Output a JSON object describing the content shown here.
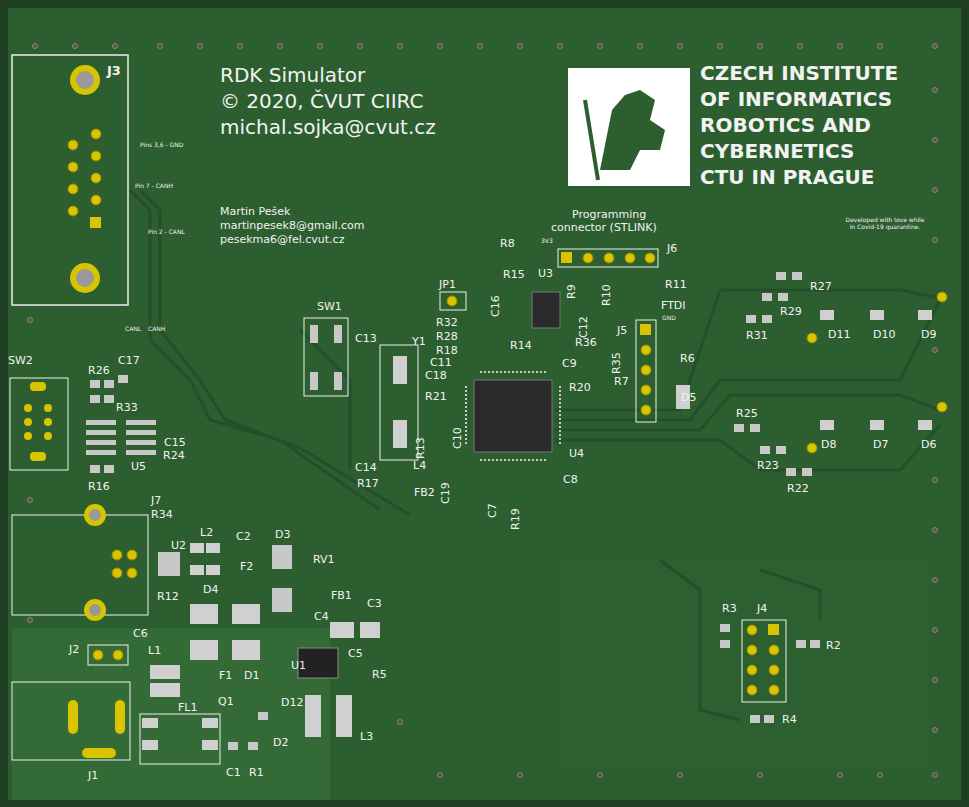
{
  "diagram": {
    "labels": [
      "J3",
      "RDK Simulator",
      "© 2020, ČVUT CIIRC",
      "michal.sojka@cvut.cz",
      "CZECH INSTITUTE",
      "OF INFORMATICS",
      "ROBOTICS AND",
      "CYBERNETICS",
      "CTU IN PRAGUE",
      "Pins 3,6 - GND",
      "Pin 7 - CANH",
      "Pin 2 - CANL",
      "Martin Pešek",
      "martinpesek8@gmail.com",
      "pesekma6@fel.cvut.cz",
      "Programming",
      "connector (STLINK)",
      "Developed with love while in Covid-19 quarantine.",
      "R8",
      "3V3",
      "J6",
      "R15",
      "U3",
      "R9",
      "R10",
      "R11",
      "JP1",
      "C16",
      "FTDI",
      "GND",
      "SW1",
      "R32",
      "R28",
      "R18",
      "C12",
      "R14",
      "C13",
      "Y1",
      "C11",
      "C9",
      "R36",
      "R35",
      "J5",
      "R6",
      "R7",
      "R20",
      "D5",
      "C18",
      "R21",
      "C10",
      "R13",
      "U4",
      "C14",
      "L4",
      "R17",
      "FB2",
      "C19",
      "C8",
      "C7",
      "R19",
      "SW2",
      "R26",
      "C17",
      "R33",
      "C15",
      "R24",
      "U5",
      "R16",
      "R27",
      "R29",
      "R31",
      "D11",
      "D10",
      "D9",
      "R25",
      "D8",
      "D7",
      "D6",
      "R23",
      "R22",
      "J7",
      "R34",
      "L2",
      "U2",
      "C2",
      "D3",
      "F2",
      "RV1",
      "R12",
      "D4",
      "FB1",
      "C3",
      "C4",
      "C6",
      "C5",
      "J2",
      "L1",
      "U1",
      "R5",
      "F1",
      "D1",
      "Q1",
      "D12",
      "FL1",
      "L3",
      "D2",
      "J1",
      "C1",
      "R1",
      "R3",
      "J4",
      "R2",
      "R4",
      "CANL",
      "CANH"
    ]
  }
}
